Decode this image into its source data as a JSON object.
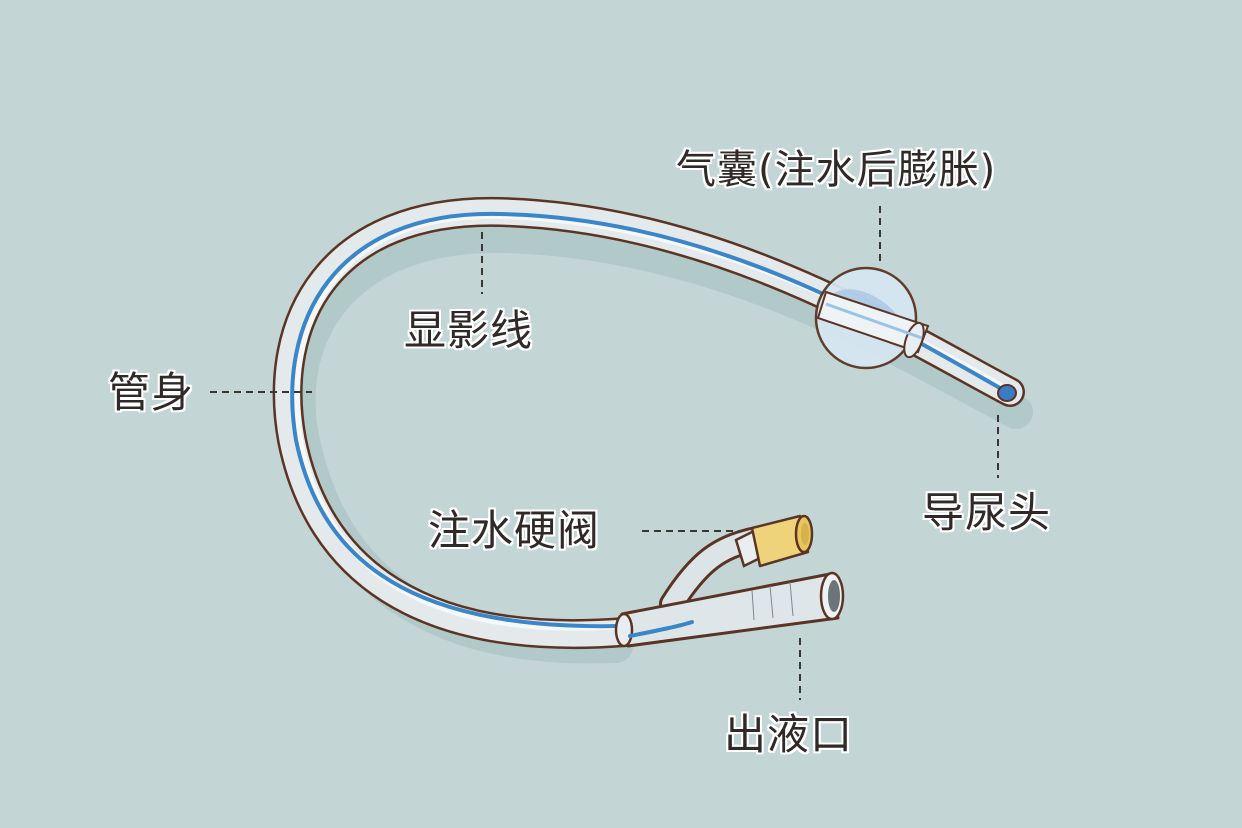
{
  "diagram": {
    "subject": "Foley urinary catheter",
    "colors": {
      "background": "#c3d6d5",
      "tube_outline": "#5a3424",
      "tube_body": "#e4e9ec",
      "radiopaque_line": "#3a86c8",
      "balloon": "#d5e6f2",
      "valve": "#efd37a",
      "label_text": "#2f2a28"
    },
    "labels": {
      "balloon": "气囊(注水后膨胀)",
      "radiopaque_line": "显影线",
      "tube_body": "管身",
      "tip": "导尿头",
      "inflation_valve": "注水硬阀",
      "drainage_port": "出液口"
    }
  }
}
